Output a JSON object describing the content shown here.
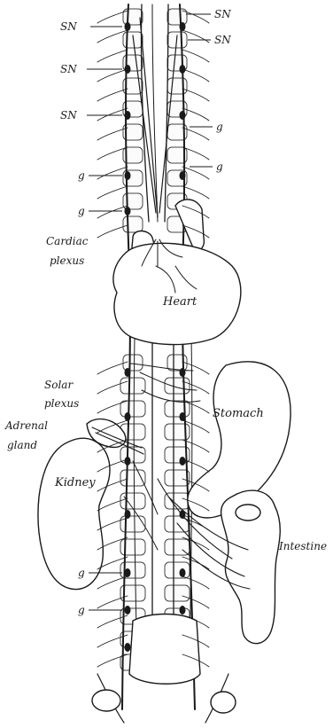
{
  "labels": {
    "sn_top_left": "SN",
    "sn_top_right": "SN",
    "sn_right_2": "SN",
    "sn_left_2": "SN",
    "sn_left_3": "SN",
    "g_right_1": "g",
    "g_right_2": "g",
    "g_left_1": "g",
    "g_left_2": "g",
    "cardiac_line1": "Cardiac",
    "cardiac_line2": "plexus",
    "heart": "Heart",
    "solar_line1": "Solar",
    "solar_line2": "plexus",
    "adrenal_line1": "Adrenal",
    "adrenal_line2": "gland",
    "stomach": "Stomach",
    "kidney": "Kidney",
    "intestine": "Intestine",
    "g_left_3": "g",
    "g_left_4": "g"
  }
}
